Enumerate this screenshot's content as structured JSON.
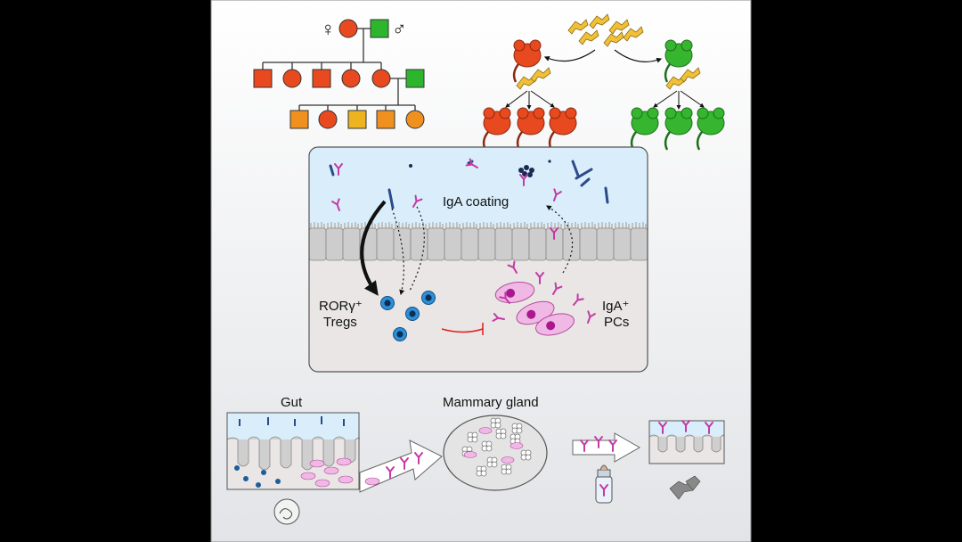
{
  "panel": {
    "background_top": "#ffffff",
    "background_bottom": "#e2e4e7"
  },
  "pedigree": {
    "female_symbol": "♀",
    "male_symbol": "♂",
    "colors": {
      "affected_red": "#e8491f",
      "unaffected_green": "#2db62d",
      "orange": "#f0901f",
      "yellow": "#eeb420"
    }
  },
  "mice": {
    "red_color": "#e8491f",
    "green_color": "#36b52f",
    "microbe_color": "#f2c038"
  },
  "gut_panel": {
    "lumen_color": "#d9eefa",
    "tissue_color": "#e9e6e5",
    "igA_coating_label": "IgA coating",
    "treg_label_line1": "RORγ⁺",
    "treg_label_line2": "Tregs",
    "pc_label_line1": "IgA⁺",
    "pc_label_line2": "PCs"
  },
  "bottom": {
    "gut_label": "Gut",
    "mammary_label": "Mammary gland"
  }
}
